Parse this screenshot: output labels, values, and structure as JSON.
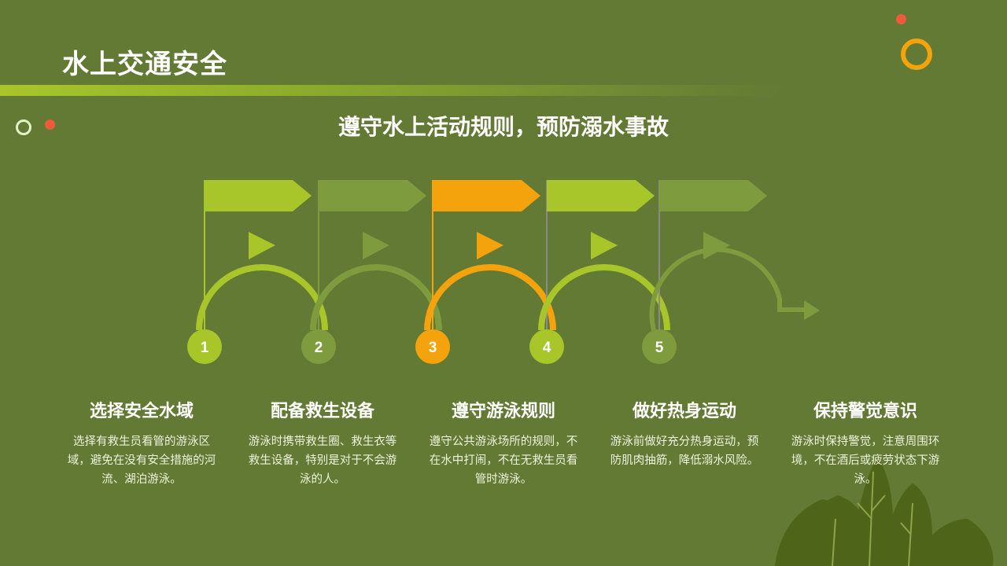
{
  "title": "水上交通安全",
  "subtitle": "遵守水上活动规则，预防溺水事故",
  "colors": {
    "background": "#627a33",
    "lime": "#a8c62a",
    "olive": "#7e9c3e",
    "orange": "#f5a30c",
    "accent_red": "#f05a3c"
  },
  "steps": [
    {
      "number": "1",
      "title": "选择安全水域",
      "desc": "选择有救生员看管的游泳区域，避免在没有安全措施的河流、湖泊游泳。",
      "color": "#a8c62a"
    },
    {
      "number": "2",
      "title": "配备救生设备",
      "desc": "游泳时携带救生圈、救生衣等救生设备，特别是对于不会游泳的人。",
      "color": "#7e9c3e"
    },
    {
      "number": "3",
      "title": "遵守游泳规则",
      "desc": "遵守公共游泳场所的规则，不在水中打闹，不在无救生员看管时游泳。",
      "color": "#f5a30c"
    },
    {
      "number": "4",
      "title": "做好热身运动",
      "desc": "游泳前做好充分热身运动，预防肌肉抽筋，降低溺水风险。",
      "color": "#a8c62a"
    },
    {
      "number": "5",
      "title": "保持警觉意识",
      "desc": "游泳时保持警觉，注意周围环境，不在酒后或疲劳状态下游泳。",
      "color": "#7e9c3e"
    }
  ]
}
